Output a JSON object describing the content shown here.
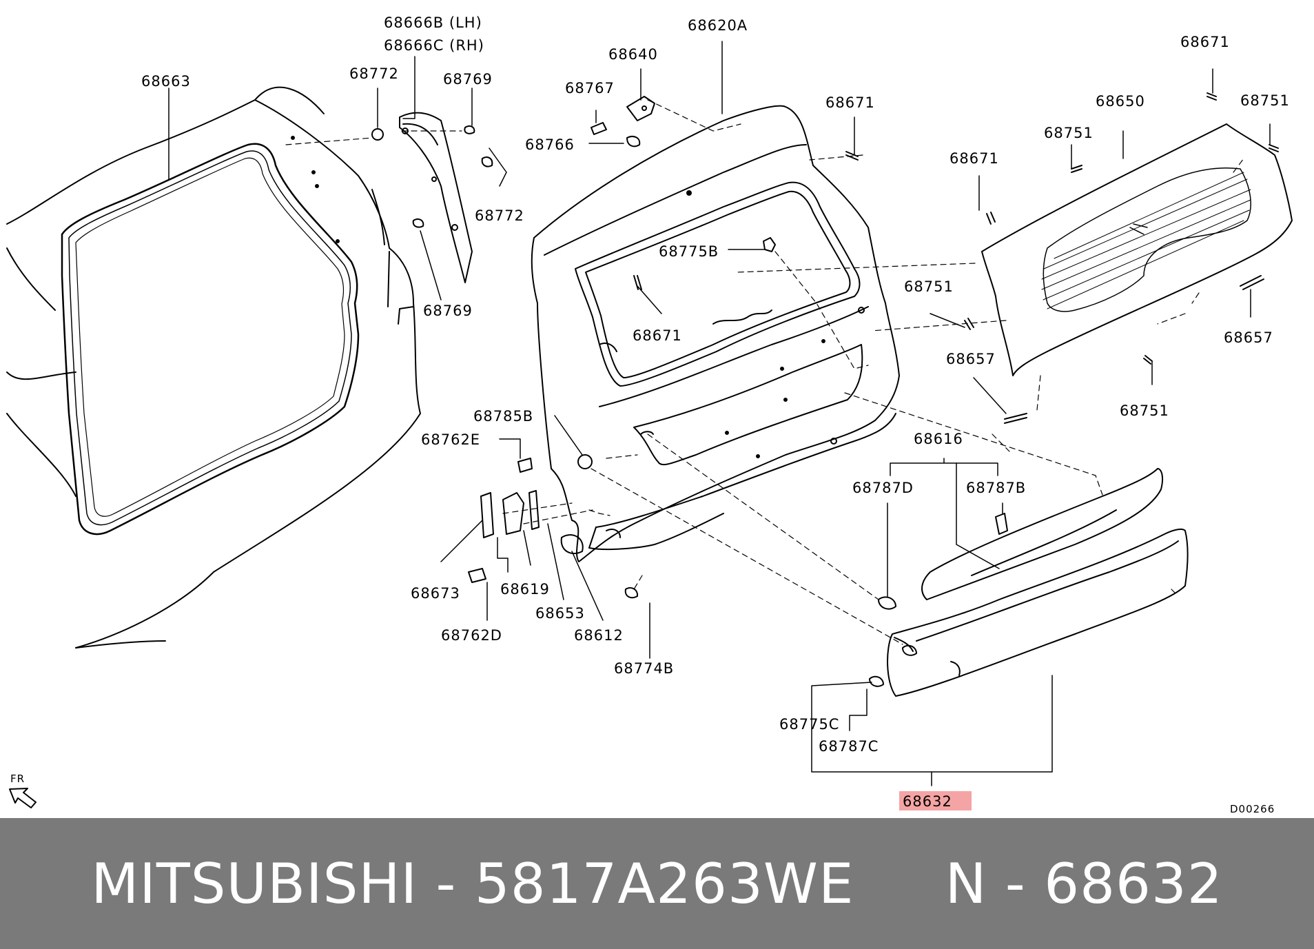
{
  "diagram": {
    "labels": {
      "p68663": "68663",
      "p68666b": "68666B (LH)",
      "p68666c": "68666C (RH)",
      "p68772a": "68772",
      "p68769a": "68769",
      "p68772b": "68772",
      "p68769b": "68769",
      "p68620a": "68620A",
      "p68640": "68640",
      "p68767": "68767",
      "p68766": "68766",
      "p68671a": "68671",
      "p68775b": "68775B",
      "p68671b": "68671",
      "p68671c": "68671",
      "p68650": "68650",
      "p68751a": "68751",
      "p68751b": "68751",
      "p68671d": "68671",
      "p68751c": "68751",
      "p68657a": "68657",
      "p68657b": "68657",
      "p68751d": "68751",
      "p68785b": "68785B",
      "p68762e": "68762E",
      "p68616": "68616",
      "p68787d": "68787D",
      "p68787b": "68787B",
      "p68673": "68673",
      "p68619": "68619",
      "p68653": "68653",
      "p68612": "68612",
      "p68762d": "68762D",
      "p68774b": "68774B",
      "p68775c": "68775C",
      "p68787c": "68787C",
      "p68632": "68632",
      "fr": "FR",
      "code": "D00266"
    },
    "highlight_color": "#f4a4a4"
  },
  "footer": {
    "text": "MITSUBISHI - 5817A263WE     N - 68632"
  }
}
